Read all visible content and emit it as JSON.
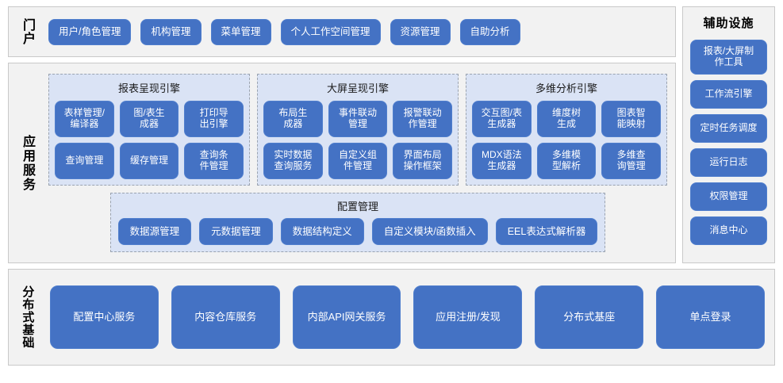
{
  "portal": {
    "label": "门户",
    "items": [
      {
        "label": "用户/角色管理"
      },
      {
        "label": "机构管理"
      },
      {
        "label": "菜单管理"
      },
      {
        "label": "个人工作空间管理"
      },
      {
        "label": "资源管理"
      },
      {
        "label": "自助分析"
      }
    ]
  },
  "application_service": {
    "label": "应用服务",
    "engines": [
      {
        "title": "报表呈现引擎",
        "items": [
          {
            "label": "表样管理/\n编译器"
          },
          {
            "label": "图/表生\n成器"
          },
          {
            "label": "打印导\n出引擎"
          },
          {
            "label": "查询管理"
          },
          {
            "label": "缓存管理"
          },
          {
            "label": "查询条\n件管理"
          }
        ]
      },
      {
        "title": "大屏呈现引擎",
        "items": [
          {
            "label": "布局生\n成器"
          },
          {
            "label": "事件联动\n管理"
          },
          {
            "label": "报警联动\n作管理"
          },
          {
            "label": "实时数据\n查询服务"
          },
          {
            "label": "自定义组\n件管理"
          },
          {
            "label": "界面布局\n操作框架"
          }
        ]
      },
      {
        "title": "多维分析引擎",
        "items": [
          {
            "label": "交互图/表\n生成器"
          },
          {
            "label": "维度树\n生成"
          },
          {
            "label": "图表智\n能映射"
          },
          {
            "label": "MDX语法\n生成器"
          },
          {
            "label": "多维模\n型解析"
          },
          {
            "label": "多维查\n询管理"
          }
        ]
      }
    ],
    "config": {
      "title": "配置管理",
      "items": [
        {
          "label": "数据源管理"
        },
        {
          "label": "元数据管理"
        },
        {
          "label": "数据结构定义"
        },
        {
          "label": "自定义模块/函数插入"
        },
        {
          "label": "EEL表达式解析器"
        }
      ]
    }
  },
  "auxiliary": {
    "title": "辅助设施",
    "items": [
      {
        "label": "报表/大屏制\n作工具",
        "tall": true
      },
      {
        "label": "工作流引擎",
        "tall": false
      },
      {
        "label": "定时任务调度",
        "tall": false
      },
      {
        "label": "运行日志",
        "tall": false
      },
      {
        "label": "权限管理",
        "tall": false
      },
      {
        "label": "消息中心",
        "tall": false
      }
    ]
  },
  "distributed": {
    "label": "分布式基础",
    "items": [
      {
        "label": "配置中心服务"
      },
      {
        "label": "内容仓库服务"
      },
      {
        "label": "内部API网关服务"
      },
      {
        "label": "应用注册/发现"
      },
      {
        "label": "分布式基座"
      },
      {
        "label": "单点登录"
      }
    ]
  },
  "colors": {
    "button_fill": "#4472c4",
    "panel_fill": "#dae3f5",
    "tier_fill": "#f2f2f2",
    "tier_border": "#c9c9c9",
    "dashed_border": "#9aa3b0",
    "button_text": "#ffffff"
  }
}
